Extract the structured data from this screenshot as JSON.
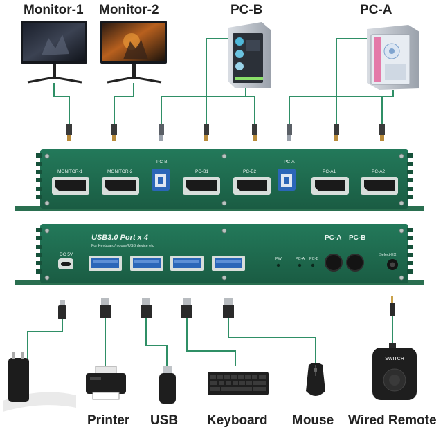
{
  "colors": {
    "panel": "#1f6a4a",
    "panel_edge": "#174f37",
    "line": "#2f8f66",
    "usb_blue": "#2b66b8",
    "text": "#222222"
  },
  "top_devices": [
    {
      "label": "Monitor-1",
      "icon": "monitor-icon"
    },
    {
      "label": "Monitor-2",
      "icon": "monitor-icon"
    },
    {
      "label": "PC-B",
      "icon": "pc-tower-icon"
    },
    {
      "label": "PC-A",
      "icon": "pc-tower-icon"
    }
  ],
  "front_panel": {
    "ports": [
      "MONITOR-1",
      "MONITOR-2",
      "PC-B",
      "PC-B1",
      "PC-B2",
      "PC-A",
      "PC-A1",
      "PC-A2"
    ]
  },
  "back_panel": {
    "title": "USB3.0 Port x 4",
    "subtitle": "For Keyboard/mouse/USB device etc",
    "dc_label": "DC 5V",
    "pc_buttons": [
      "PC-A",
      "PC-B"
    ],
    "led_labels": [
      "PW",
      "PC-A",
      "PC-B"
    ],
    "select_label": "Select-EX"
  },
  "bottom_devices": [
    {
      "label": "Printer",
      "icon": "printer-icon"
    },
    {
      "label": "USB",
      "icon": "usb-stick-icon"
    },
    {
      "label": "Keyboard",
      "icon": "keyboard-icon"
    },
    {
      "label": "Mouse",
      "icon": "mouse-icon"
    },
    {
      "label": "Wired Remote",
      "icon": "wired-remote-icon"
    }
  ],
  "remote_text": "SWITCH"
}
